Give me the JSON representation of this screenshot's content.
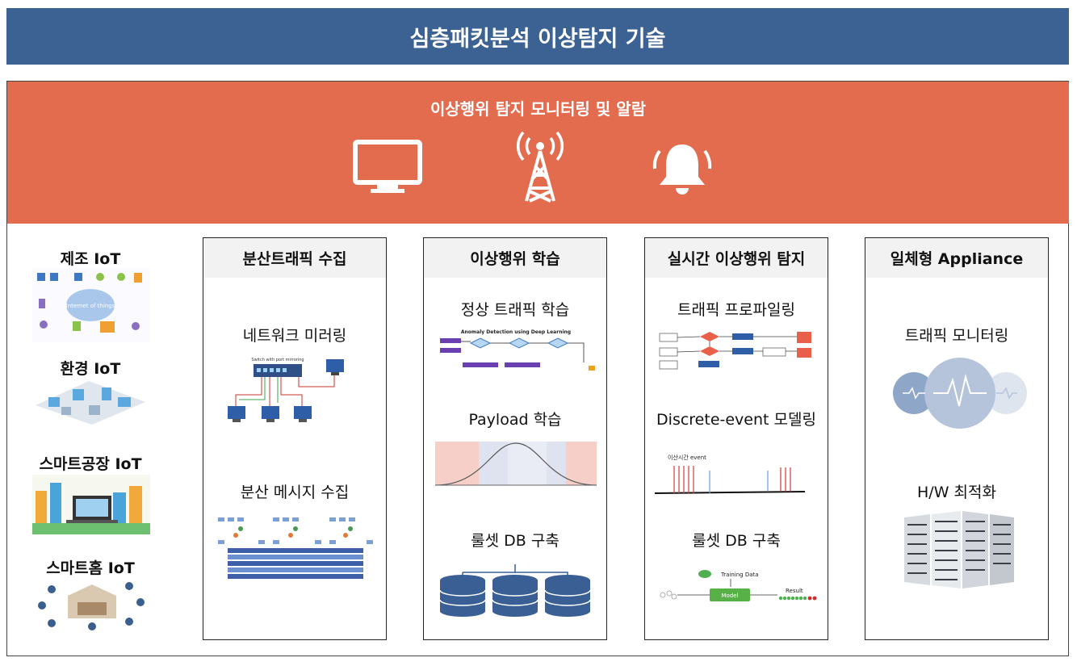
{
  "page_title": "심층패킷분석 이상탐지 기술",
  "monitor_band": {
    "title": "이상행위 탐지 모니터링 및 알람",
    "icons": [
      "monitor-icon",
      "antenna-tower-icon",
      "alarm-bell-icon"
    ]
  },
  "iot": {
    "items": [
      {
        "label": "제조 IoT",
        "image_text": "Internet of things"
      },
      {
        "label": "환경 IoT"
      },
      {
        "label": "스마트공장 IoT"
      },
      {
        "label": "스마트홈 IoT"
      }
    ]
  },
  "columns": [
    {
      "title": "분산트래픽 수집",
      "items": [
        {
          "label": "네트워크 미러링",
          "image_text": "Switch with port mirroring"
        },
        {
          "label": "분산 메시지 수집"
        }
      ]
    },
    {
      "title": "이상행위 학습",
      "items": [
        {
          "label": "정상 트래픽 학습",
          "image_text": "Anomaly Detection using Deep Learning"
        },
        {
          "label": "Payload 학습"
        },
        {
          "label": "룰셋 DB 구축"
        }
      ]
    },
    {
      "title": "실시간 이상행위 탐지",
      "items": [
        {
          "label": "트래픽 프로파일링"
        },
        {
          "label": "Discrete-event 모델링",
          "image_text": "이산시간 event"
        },
        {
          "label": "룰셋 DB 구축",
          "image_text_1": "Training Data",
          "image_text_2": "Model",
          "image_text_3": "Result"
        }
      ]
    },
    {
      "title": "일체형 Appliance",
      "items": [
        {
          "label": "트래픽 모니터링"
        },
        {
          "label": "H/W 최적화"
        }
      ]
    }
  ],
  "colors": {
    "title_bar": "#3b6292",
    "band": "#e36c4f",
    "header_bg": "#f2f2f2"
  }
}
